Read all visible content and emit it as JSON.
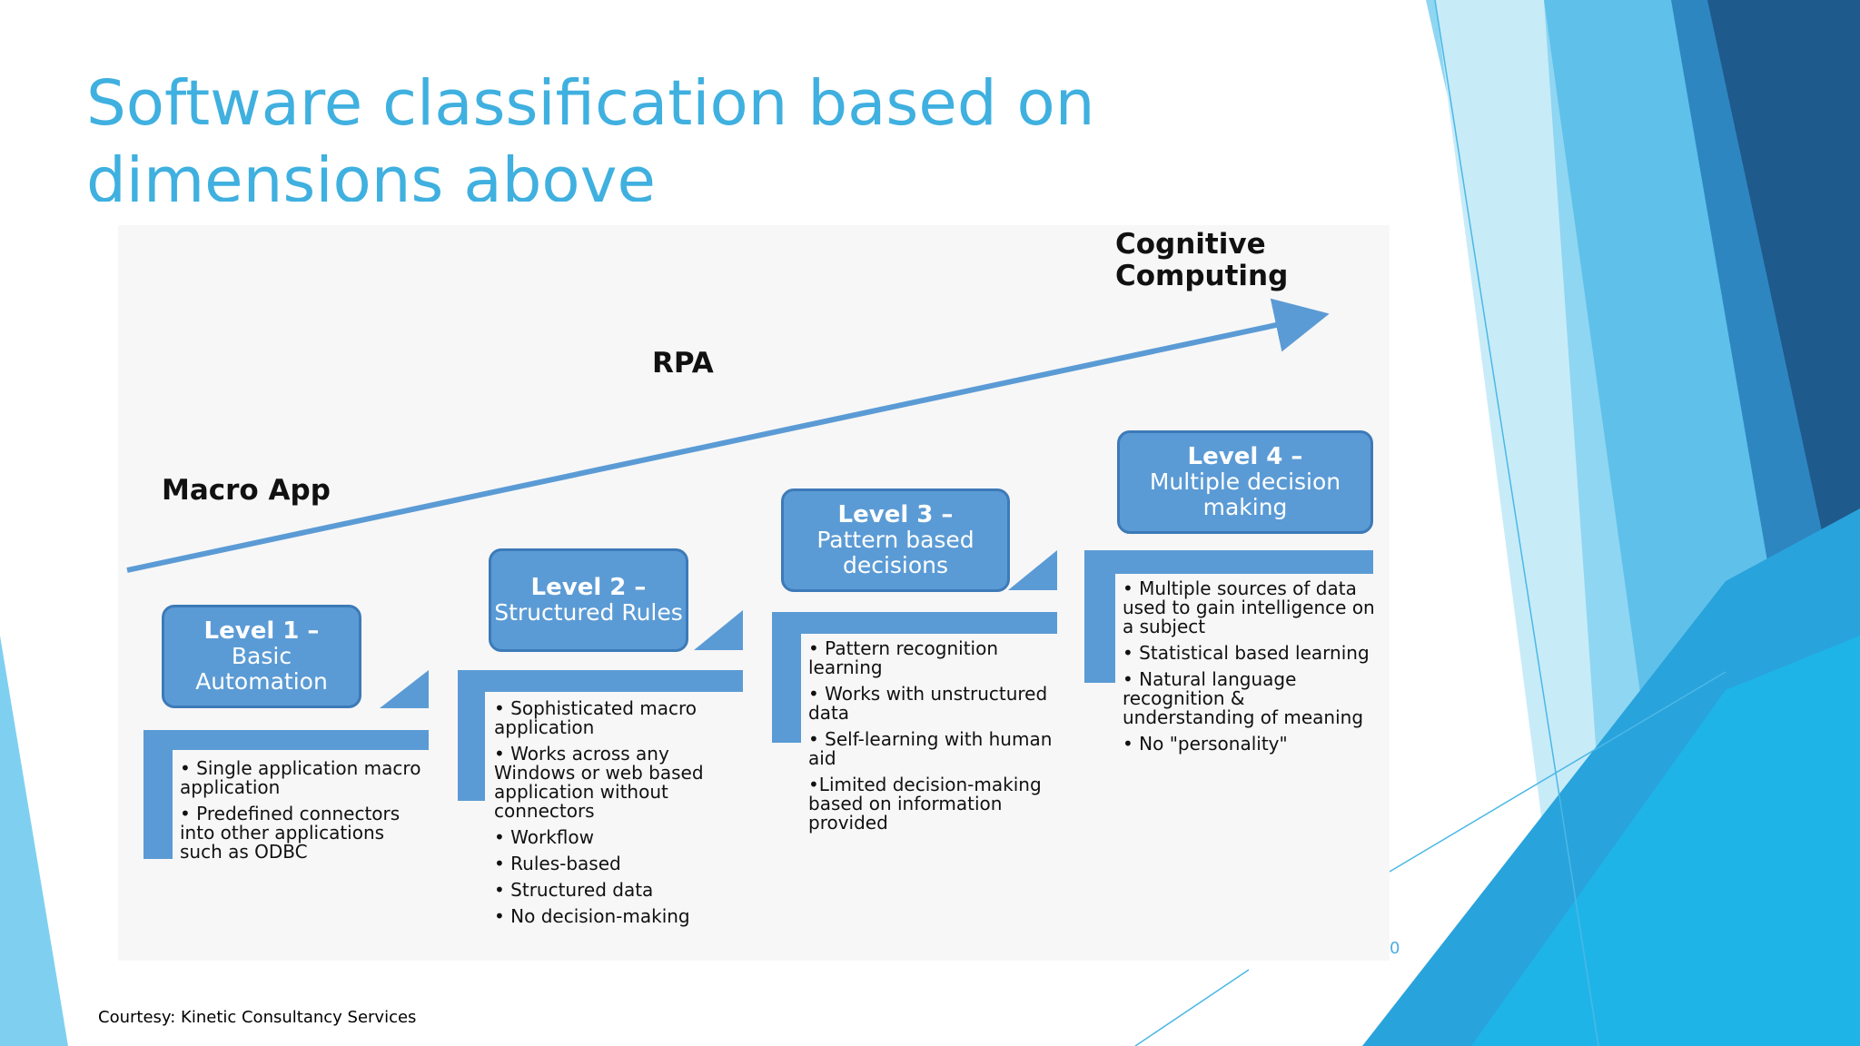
{
  "slide": {
    "title": "Software classification based on dimensions above",
    "courtesy": "Courtesy: Kinetic Consultancy Services",
    "page_number": "0"
  },
  "figure": {
    "axis_labels": {
      "macro": "Macro App",
      "rpa": "RPA",
      "cognitive": "Cognitive Computing"
    },
    "levels": [
      {
        "title": "Level 1 –",
        "subtitle": "Basic Automation",
        "bullets": [
          "• Single application macro application",
          "• Predefined connectors into other applications such as ODBC"
        ]
      },
      {
        "title": "Level 2 –",
        "subtitle": "Structured Rules",
        "bullets": [
          "• Sophisticated macro application",
          "• Works across any Windows or web based application without connectors",
          "• Workflow",
          "• Rules-based",
          "• Structured data",
          "• No decision-making"
        ]
      },
      {
        "title": "Level 3 –",
        "subtitle": "Pattern based decisions",
        "bullets": [
          "• Pattern recognition learning",
          "• Works with unstructured data",
          "• Self-learning with human aid",
          "•Limited decision-making based on information provided"
        ]
      },
      {
        "title": "Level 4 –",
        "subtitle": "Multiple decision making",
        "bullets": [
          "• Multiple sources of data used to gain intelligence on a subject",
          "• Statistical based learning",
          "• Natural language recognition & understanding of meaning",
          "• No \"personality\""
        ]
      }
    ]
  },
  "colors": {
    "title": "#3fb0df",
    "box_fill": "#5b9bd5",
    "arrow": "#5b9bd5",
    "deco_dark": "#1f5a8c",
    "deco_mid": "#2e86c1",
    "deco_light": "#7fd0f0"
  }
}
